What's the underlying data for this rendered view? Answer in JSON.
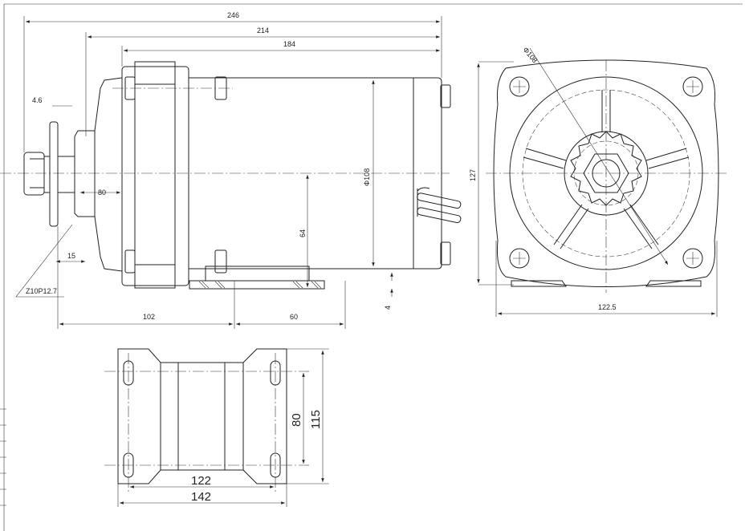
{
  "side_view": {
    "dim_overall": "246",
    "dim_214": "214",
    "dim_184": "184",
    "dim_sprocket_width": "4.6",
    "dim_cover": "80",
    "dim_body_diameter": "Φ108",
    "dim_center_height": "64",
    "dim_15": "15",
    "sprocket_spec": "Z10P12.7",
    "dim_102": "102",
    "dim_60": "60",
    "dim_4": "4"
  },
  "front_view": {
    "dim_diameter": "Φ108",
    "dim_height": "127",
    "dim_width": "122.5"
  },
  "base_view": {
    "dim_hole_spacing_y": "80",
    "dim_length_y": "115",
    "dim_hole_spacing_x": "122",
    "dim_width_x": "142"
  }
}
